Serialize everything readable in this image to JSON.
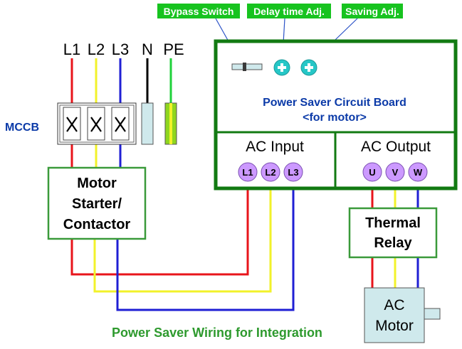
{
  "callouts": {
    "bypass": "Bypass Switch",
    "delay": "Delay time Adj.",
    "saving": "Saving Adj."
  },
  "supply": {
    "lines": [
      "L1",
      "L2",
      "L3",
      "N",
      "PE"
    ],
    "breaker": "MCCB"
  },
  "board": {
    "title_line1": "Power Saver Circuit Board",
    "title_line2": "<for motor>",
    "input_label": "AC Input",
    "output_label": "AC Output",
    "input_terminals": [
      "L1",
      "L2",
      "L3"
    ],
    "output_terminals": [
      "U",
      "V",
      "W"
    ]
  },
  "starter": {
    "line1": "Motor",
    "line2": "Starter/",
    "line3": "Contactor"
  },
  "relay": {
    "line1": "Thermal",
    "line2": "Relay"
  },
  "motor": {
    "line1": "AC",
    "line2": "Motor"
  },
  "caption": "Power Saver Wiring for Integration",
  "colors": {
    "L1": "#e8141b",
    "L2": "#f2f22a",
    "L3": "#1f1fd4",
    "N": "#000000",
    "PE": "#1fd23a",
    "board_border": "#127a12",
    "callout_bg": "#17c31f",
    "terminal_fill": "#cc99ff",
    "knob": "#26c7c7",
    "motor_fill": "#cfe9ec"
  }
}
